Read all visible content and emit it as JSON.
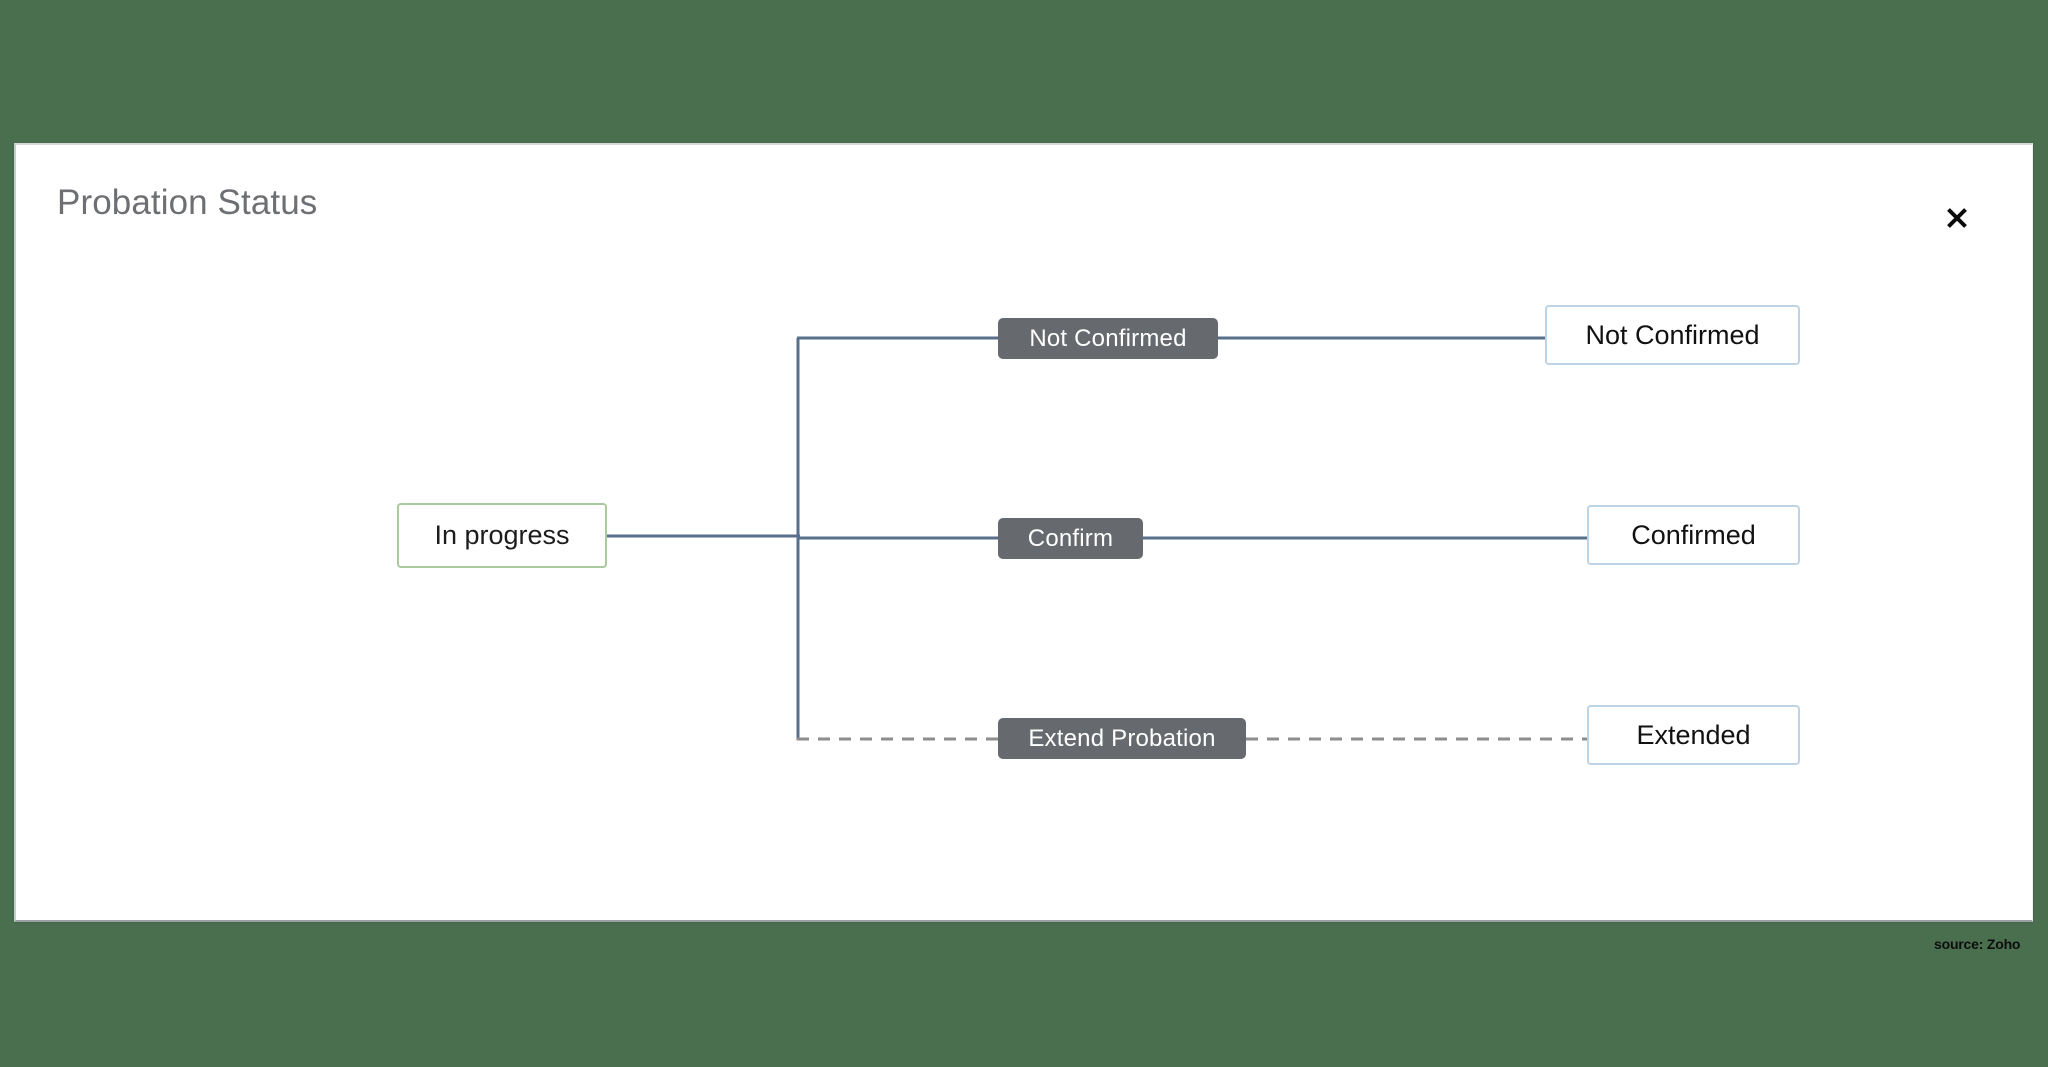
{
  "page": {
    "background_color": "#4a6f4f",
    "source_credit": "source: Zoho"
  },
  "modal": {
    "title": "Probation Status",
    "close_icon": "close-x-icon",
    "background_color": "#ffffff"
  },
  "diagram": {
    "type": "flowchart",
    "start_node": {
      "label": "In progress",
      "border_color": "#aac99f",
      "text_color": "#1c1c1c"
    },
    "branches": [
      {
        "action_label": "Not Confirmed",
        "result_label": "Not Confirmed",
        "line_style": "solid",
        "line_color": "#5a6f8c"
      },
      {
        "action_label": "Confirm",
        "result_label": "Confirmed",
        "line_style": "solid",
        "line_color": "#5a6f8c"
      },
      {
        "action_label": "Extend Probation",
        "result_label": "Extended",
        "line_style": "dashed",
        "line_color": "#8d8d8d"
      }
    ],
    "chip_color": "#66696e",
    "chip_text_color": "#ffffff",
    "result_border_color": "#bdd3e6"
  }
}
